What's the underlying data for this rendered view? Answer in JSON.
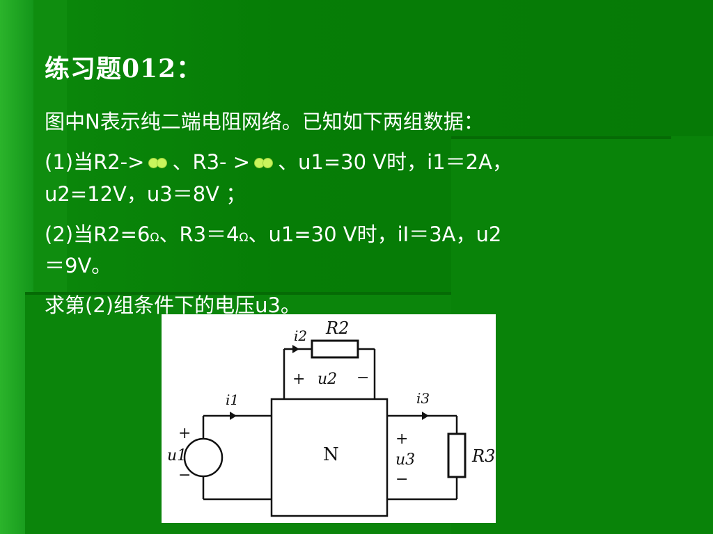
{
  "title": "练习题012：",
  "lines": [
    "图中N表示纯二端电阻网络。已知如下两组数据：",
    "(1)当R2->",
    "、R3- >",
    "、u1=30 V时，i1＝2A，",
    "u2=12V，u3＝8V ；",
    "(2)当R2=6",
    "、R3＝4",
    "、u1=30 V时，iI＝3A，u2",
    "＝9V。",
    "求第(2)组条件下的电压u3。"
  ],
  "ohm_symbol": "Ω",
  "infinity_icon": "infinity-icon",
  "circuit": {
    "network_label": "N",
    "i1": "i1",
    "i2": "i2",
    "i3": "i3",
    "R2": "R2",
    "R3": "R3",
    "u1": "u1",
    "u2": "u2",
    "u3": "u3",
    "plus": "+",
    "minus": "−"
  },
  "colors": {
    "background": "#067d06",
    "text": "#ffffff",
    "infinity_symbol": "#c9f55c"
  }
}
